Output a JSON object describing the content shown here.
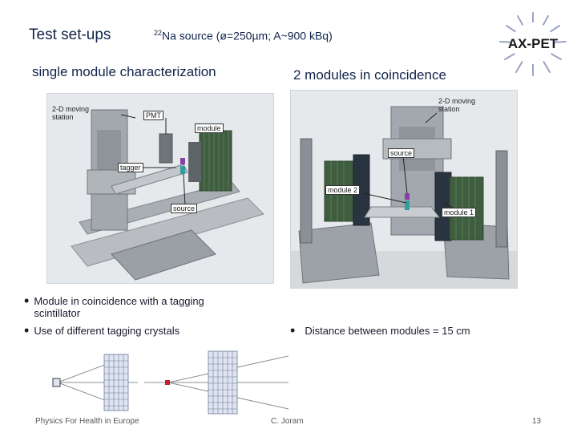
{
  "header": {
    "title": "Test set-ups",
    "source_sup": "22",
    "source_text": "Na source (ø=250µm; A~900 kBq)"
  },
  "logo": {
    "text": "AX-PET"
  },
  "left_panel": {
    "heading": "single module characterization",
    "labels": {
      "moving_station": "2-D moving station",
      "pmt": "PMT",
      "module": "module",
      "tagger": "tagger",
      "source": "source"
    },
    "bullets": [
      "Module in coincidence with a tagging scintillator",
      "Use of different tagging crystals"
    ]
  },
  "right_panel": {
    "heading": "2 modules in coincidence",
    "labels": {
      "moving_station": "2-D moving station",
      "source": "source",
      "module2": "module 2",
      "module1": "module 1"
    },
    "bullets": [
      "Distance between modules = 15 cm"
    ]
  },
  "footer": {
    "left": "Physics For Health in Europe",
    "center": "C. Joram",
    "page": "13"
  },
  "colors": {
    "accent": "#10234a",
    "logo_red": "#c8202b",
    "module_green": "#3f5e3f"
  }
}
